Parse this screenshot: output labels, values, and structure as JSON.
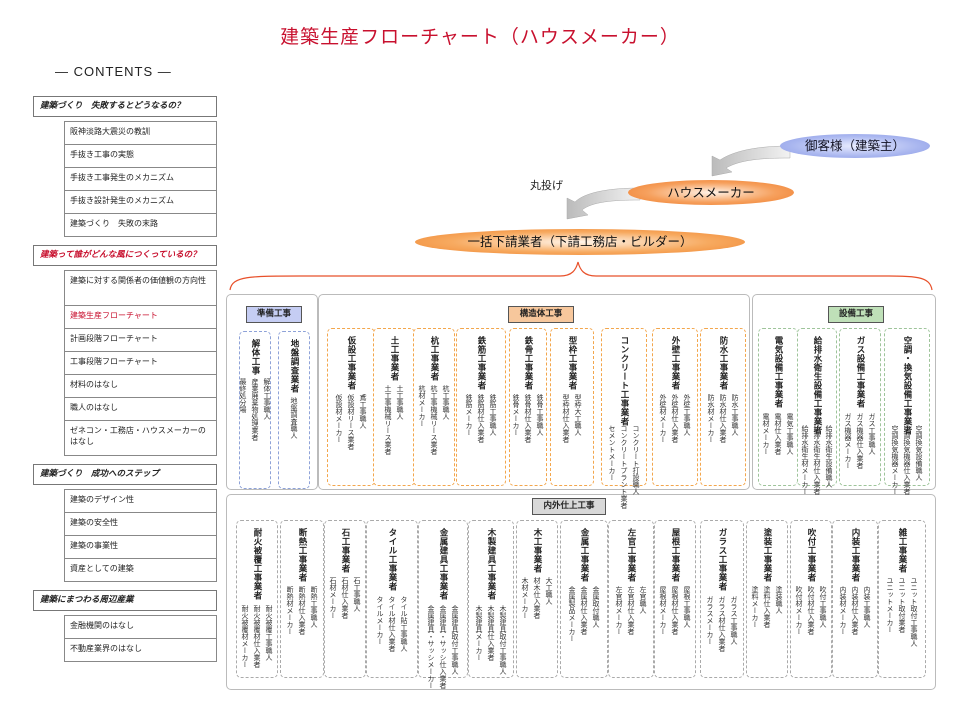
{
  "title": "建築生産フローチャート（ハウスメーカー）",
  "contents_heading": "— CONTENTS —",
  "sidebar": [
    {
      "label": "建築づくり　失敗するとどうなるの？",
      "red": false,
      "items": [
        {
          "label": "阪神淡路大震災の教訓"
        },
        {
          "label": "手抜き工事の実態"
        },
        {
          "label": "手抜き工事発生のメカニズム"
        },
        {
          "label": "手抜き設計発生のメカニズム"
        },
        {
          "label": "建築づくり　失敗の末路"
        }
      ]
    },
    {
      "label": "建築って誰がどんな風につくっているの？",
      "red": true,
      "items": [
        {
          "label": "建築に対する関係者の価値観の方向性",
          "tall": true
        },
        {
          "label": "建築生産フローチャート",
          "active": true
        },
        {
          "label": "計画段階フローチャート"
        },
        {
          "label": "工事段階フローチャート"
        },
        {
          "label": "材料のはなし"
        },
        {
          "label": "職人のはなし"
        },
        {
          "label": "ゼネコン・工務店・ハウスメーカーのはなし",
          "tall": true
        }
      ]
    },
    {
      "label": "建築づくり　成功へのステップ",
      "red": false,
      "items": [
        {
          "label": "建築のデザイン性"
        },
        {
          "label": "建築の安全性"
        },
        {
          "label": "建築の事業性"
        },
        {
          "label": "資産としての建築"
        }
      ]
    },
    {
      "label": "建築にまつわる周辺産業",
      "red": false,
      "items": [
        {
          "label": "金融機関のはなし"
        },
        {
          "label": "不動産業界のはなし"
        }
      ]
    }
  ],
  "flow": {
    "client": "御客様（建築主）",
    "maker": "ハウスメーカー",
    "general": "一括下請業者（下請工務店・ビルダー）",
    "marunage": "丸投げ"
  },
  "groups": {
    "prep": "準備工事",
    "frame": "構造体工事",
    "equip": "設備工事",
    "finish": "内外仕上工事"
  },
  "colors": {
    "prep": "#c5cdf3",
    "frame": "#f7c79c",
    "equip": "#bfe0b8",
    "finish": "#d8d8d8"
  },
  "contractors_top": [
    {
      "group": "prep",
      "title": "解体工事",
      "lines": [
        "解体工事職人",
        "産業廃棄物処理業者",
        "最終処分場"
      ]
    },
    {
      "group": "prep",
      "title": "地盤調査業者",
      "lines": [
        "地盤調査職人"
      ]
    },
    {
      "group": "frame",
      "title": "仮設工事業者",
      "lines": [
        "鳶工事職人",
        "仮設材リース業者",
        "仮設材メーカー"
      ]
    },
    {
      "group": "frame",
      "title": "土工事業者",
      "lines": [
        "土工事職人",
        "土工事機械リース業者"
      ]
    },
    {
      "group": "frame",
      "title": "杭工事業者",
      "lines": [
        "杭工事職人",
        "杭工事機械リース業者",
        "杭材メーカー"
      ]
    },
    {
      "group": "frame",
      "title": "鉄筋工事業者",
      "lines": [
        "鉄筋工事職人",
        "鉄筋材仕入業者",
        "鉄筋メーカー"
      ]
    },
    {
      "group": "frame",
      "title": "鉄骨工事業者",
      "lines": [
        "鉄骨工事職人",
        "鉄骨材仕入業者",
        "鉄骨メーカー"
      ]
    },
    {
      "group": "frame",
      "title": "型枠工事業者",
      "lines": [
        "型枠大工職人",
        "型枠材仕入業者"
      ]
    },
    {
      "group": "frame",
      "title": "コンクリート工事業者",
      "lines": [
        "コンクリート打設職人",
        "コンクリートプラント業者",
        "セメントメーカー"
      ]
    },
    {
      "group": "frame",
      "title": "外壁工事業者",
      "lines": [
        "外壁工事職人",
        "外壁材仕入業者",
        "外壁材メーカー"
      ]
    },
    {
      "group": "frame",
      "title": "防水工事業者",
      "lines": [
        "防水工事職人",
        "防水材仕入業者",
        "防水材メーカー"
      ]
    },
    {
      "group": "equip",
      "title": "電気設備工事業者",
      "lines": [
        "電気工事職人",
        "電材仕入業者",
        "電材メーカー"
      ]
    },
    {
      "group": "equip",
      "title": "給排水衛生設備工事業者",
      "lines": [
        "給排水衛生設備職人",
        "給排水衛生材仕入業者",
        "給排水衛生材メーカー"
      ]
    },
    {
      "group": "equip",
      "title": "ガス設備工事業者",
      "lines": [
        "ガス工事職人",
        "ガス機器仕入業者",
        "ガス機器メーカー"
      ]
    },
    {
      "group": "equip",
      "title": "空調・換気設備工事業者",
      "lines": [
        "空調換気設備職人",
        "空調換気機器仕入業者",
        "空調換気機器メーカー"
      ]
    }
  ],
  "contractors_bottom": [
    {
      "title": "耐火被覆工事業者",
      "lines": [
        "耐火被覆工事職人",
        "耐火被覆材仕入業者",
        "耐火被覆材メーカー"
      ]
    },
    {
      "title": "断熱工事業者",
      "lines": [
        "断熱工事職人",
        "断熱材仕入業者",
        "断熱材メーカー"
      ]
    },
    {
      "title": "石工事業者",
      "lines": [
        "石工事職人",
        "石材仕入業者",
        "石材メーカー"
      ]
    },
    {
      "title": "タイル工事業者",
      "lines": [
        "タイル貼工事職人",
        "タイル材仕入業者",
        "タイルメーカー"
      ]
    },
    {
      "title": "金属建具工事業者",
      "lines": [
        "金属建具取付工事職人",
        "金属建具・サッシ仕入業者",
        "金属建具・サッシメーカー"
      ]
    },
    {
      "title": "木製建具工事業者",
      "lines": [
        "木製建具取付工事職人",
        "木製建具仕入業者",
        "木製建具メーカー"
      ]
    },
    {
      "title": "木工事業者",
      "lines": [
        "大工職人",
        "材木仕入業者",
        "木材メーカー"
      ]
    },
    {
      "title": "金属工事業者",
      "lines": [
        "金属取付職人",
        "金属材仕入業者",
        "金属製品メーカー"
      ]
    },
    {
      "title": "左官工事業者",
      "lines": [
        "左官職人",
        "左官材仕入業者",
        "左官材メーカー"
      ]
    },
    {
      "title": "屋根工事業者",
      "lines": [
        "屋根工事職人",
        "屋根材仕入業者",
        "屋根材メーカー"
      ]
    },
    {
      "title": "ガラス工事業者",
      "lines": [
        "ガラス工事職人",
        "ガラス材仕入業者",
        "ガラスメーカー"
      ]
    },
    {
      "title": "塗装工事業者",
      "lines": [
        "塗装職人",
        "塗料仕入業者",
        "塗料メーカー"
      ]
    },
    {
      "title": "吹付工事業者",
      "lines": [
        "吹付工事職人",
        "吹付材仕入業者",
        "吹付材メーカー"
      ]
    },
    {
      "title": "内装工事業者",
      "lines": [
        "内装工事職人",
        "内装材仕入業者",
        "内装材メーカー"
      ]
    },
    {
      "title": "雑工事業者",
      "lines": [
        "ユニット取付工事職人",
        "ユニット取付業者",
        "ユニットメーカー"
      ]
    }
  ]
}
